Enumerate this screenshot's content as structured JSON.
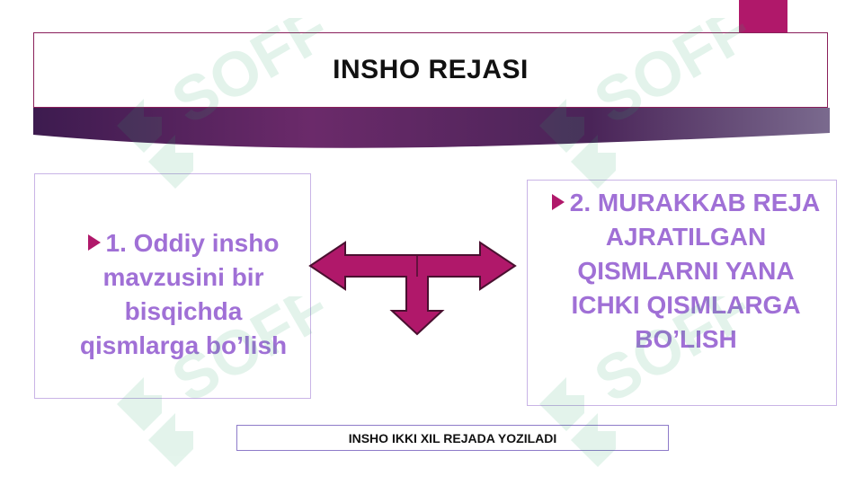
{
  "title": "INSHO REJASI",
  "left_box": {
    "lines": [
      "1. Oddiy insho",
      "mavzusini bir",
      "bisqichda",
      "qismlarga bo’lish"
    ]
  },
  "right_box": {
    "lines": [
      "2. MURAKKAB REJA",
      "AJRATILGAN",
      "QISMLARNI YANA",
      "ICHKI QISMLARGA",
      "BO’LISH"
    ]
  },
  "footer": "INSHO IKKI XIL REJADA YOZILADI",
  "watermark": "SOFF",
  "colors": {
    "accent": "#b0186a",
    "text_purple": "#a070d6",
    "banner_dark": "#3d1b4f",
    "border_purple": "#8e7bc9"
  },
  "icons": [
    "bullet-arrow-icon",
    "three-way-arrow-icon"
  ]
}
